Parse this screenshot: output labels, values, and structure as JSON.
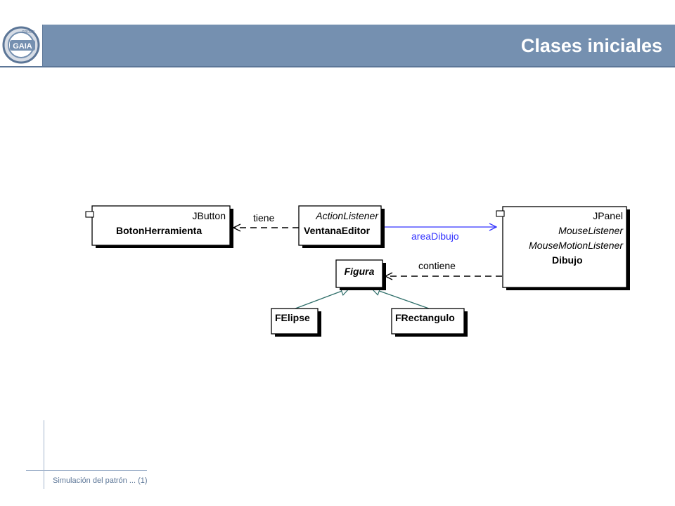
{
  "header": {
    "title": "Clases iniciales",
    "bar_color": "#7590b0",
    "logo_text": "GAIA",
    "logo_small_text": "GROUP"
  },
  "diagram": {
    "classes": {
      "boton": {
        "stereotype": "JButton",
        "name": "BotonHerramienta"
      },
      "ventana": {
        "stereotype": "ActionListener",
        "name": "VentanaEditor"
      },
      "dibujo": {
        "stereotypes": [
          "JPanel",
          "MouseListener",
          "MouseMotionListener"
        ],
        "name": "Dibujo"
      },
      "figura": {
        "name": "Figura"
      },
      "felipse": {
        "name": "FElipse"
      },
      "frect": {
        "name": "FRectangulo"
      }
    },
    "relations": {
      "tiene": "tiene",
      "area_dibujo": "areaDibujo",
      "contiene": "contiene"
    },
    "association_color": "#3333ff",
    "generalization_color": "#2f6f6a"
  },
  "footer": {
    "text": "Simulación del patrón ... (1)"
  }
}
